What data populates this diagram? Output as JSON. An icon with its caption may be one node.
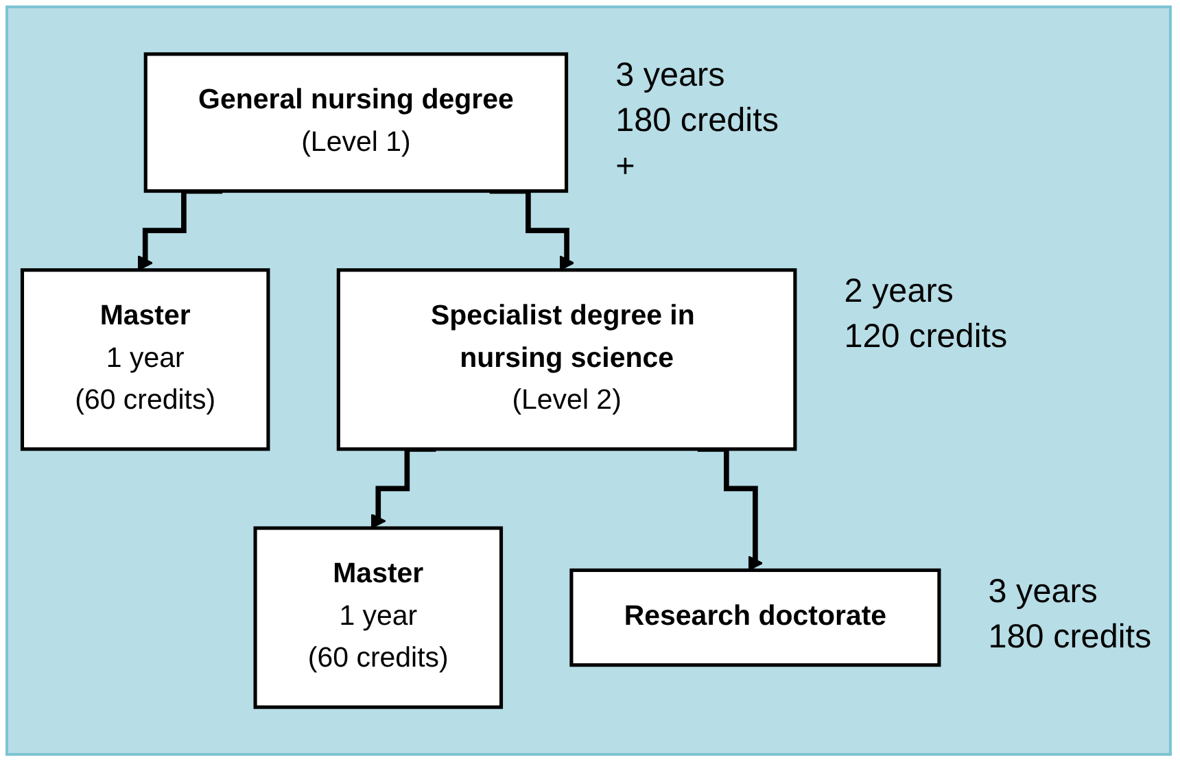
{
  "diagram": {
    "nodes": [
      {
        "text": [
          "General nursing degree",
          "(Level 1)"
        ],
        "beside": [
          "3 years",
          "180 credits",
          "+"
        ]
      },
      {
        "text": [
          "Master",
          "1 year",
          "(60 credits)"
        ]
      },
      {
        "text": [
          "Specialist degree in nursing science",
          "(Level 2)"
        ],
        "beside": [
          "2 years",
          "120 credits"
        ]
      },
      {
        "text": [
          "Master",
          "1 year",
          "(60 credits)"
        ]
      },
      {
        "text": [
          "Research doctorate"
        ],
        "beside": [
          "3 years",
          "180 credits"
        ]
      }
    ],
    "edges": [
      {
        "from": 0,
        "to": 1,
        "arrow": "to"
      },
      {
        "from": 0,
        "to": 2,
        "arrow": "to"
      },
      {
        "from": 2,
        "to": 3,
        "arrow": "to"
      },
      {
        "from": 2,
        "to": 4,
        "arrow": "to"
      }
    ]
  }
}
